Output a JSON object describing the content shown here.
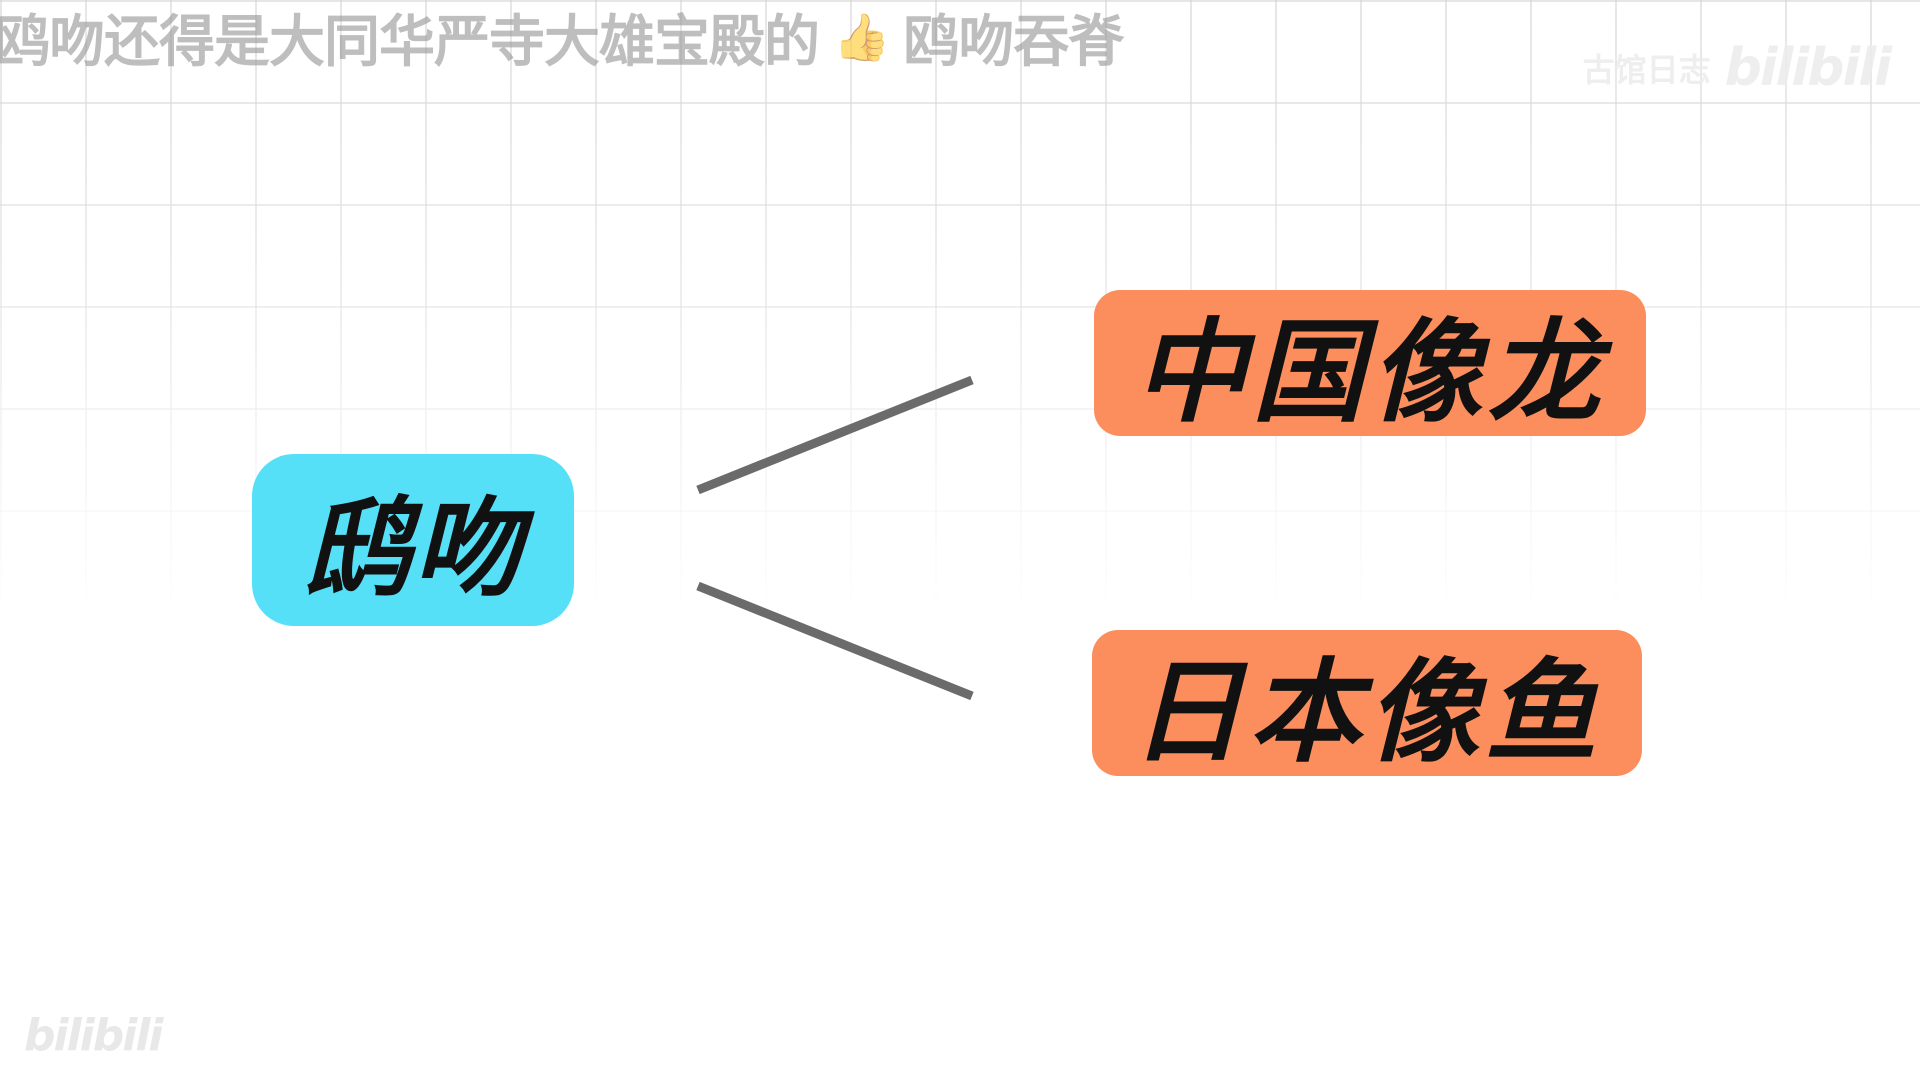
{
  "danmaku": {
    "text_before": "鸥吻还得是大同华严寺大雄宝殿的",
    "icon": "thumbs-up-icon",
    "icon_glyph": "👍",
    "text_after": "鸥吻吞脊"
  },
  "watermark": {
    "author": "古馆日志",
    "logo": "bilibili",
    "bottom_logo": "bilibili"
  },
  "diagram": {
    "root": {
      "label": "鸱吻",
      "color": "#56e0f7"
    },
    "branches": [
      {
        "label": "中国像龙",
        "color": "#fc8e5e"
      },
      {
        "label": "日本像鱼",
        "color": "#fc8e5e"
      }
    ],
    "connector_color": "#6b6b6b"
  }
}
